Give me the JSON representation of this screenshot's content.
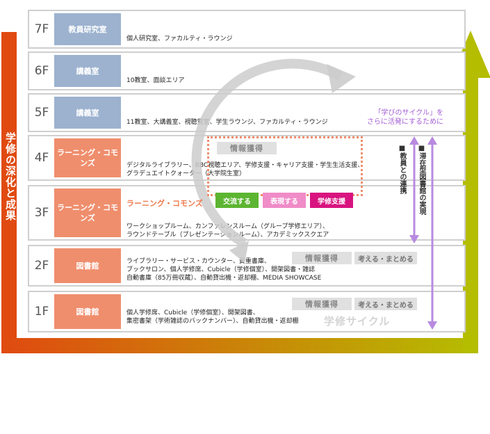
{
  "left_axis_label": "学修の深化と成果",
  "floors": [
    {
      "num": "7F",
      "tag": "教員研究室",
      "desc": [
        "個人研究室、ファカルティ・ラウンジ"
      ]
    },
    {
      "num": "6F",
      "tag": "講義室",
      "desc": [
        "10教室、面談エリア"
      ]
    },
    {
      "num": "5F",
      "tag": "講義室",
      "desc": [
        "11教室、大講義室、視聴覚室、学生ラウンジ、ファカルティ・ラウンジ"
      ]
    },
    {
      "num": "4F",
      "tag": "ラーニング・コモンズ",
      "desc": [
        "デジタルライブラリー、BBC視聴エリア、学修支援・キャリア支援・学生生活支援、",
        "グラデュエイトクォーター（大学院生室）"
      ]
    },
    {
      "num": "3F",
      "tag": "ラーニング・コモンズ",
      "desc": [
        "ワークショップルーム、カンファレンスルーム（グループ学修エリア）、",
        "ラウンドテーブル（プレゼンテーションルーム）、アカデミックスクエア"
      ]
    },
    {
      "num": "2F",
      "tag": "図書館",
      "desc": [
        "ライブラリー・サービス・カウンター、貴重書庫、",
        "ブックサロン、個人学修席、Cubicle（学修個室）、開架図書・雑誌",
        "自動書庫（85万冊収蔵）、自動貸出機・返却棚、MEDIA SHOWCASE"
      ]
    },
    {
      "num": "1F",
      "tag": "図書館",
      "desc": [
        "個人学修席、Cubicle（学修個室）、開架図書、",
        "集密書架（学術雑誌のバックナンバー）、自動貸出機・返却棚"
      ]
    }
  ],
  "cycle": {
    "info_gain": "情報獲得",
    "think": "考える・まとめる",
    "lc_label": "ラーニング・コモンズ",
    "exchange": "交流する",
    "express": "表現する",
    "support": "学修支援",
    "cycle_label": "学修サイクル"
  },
  "caption": [
    "「学びのサイクル」を",
    "さらに活発にするために"
  ],
  "vertical_notes": {
    "faculty": "■教員との連携",
    "library": "■滞在型図書館の実現"
  },
  "colors": {
    "blue_tag": "#9cb2cf",
    "orange_tag": "#ef8e6d",
    "green_pill": "#5cb531",
    "pink_pill": "#f08cc8",
    "magenta_pill": "#d8137f",
    "purple_arrow": "#b88ae0",
    "axis_red": "#e04a10",
    "axis_olive": "#b5bd00"
  }
}
